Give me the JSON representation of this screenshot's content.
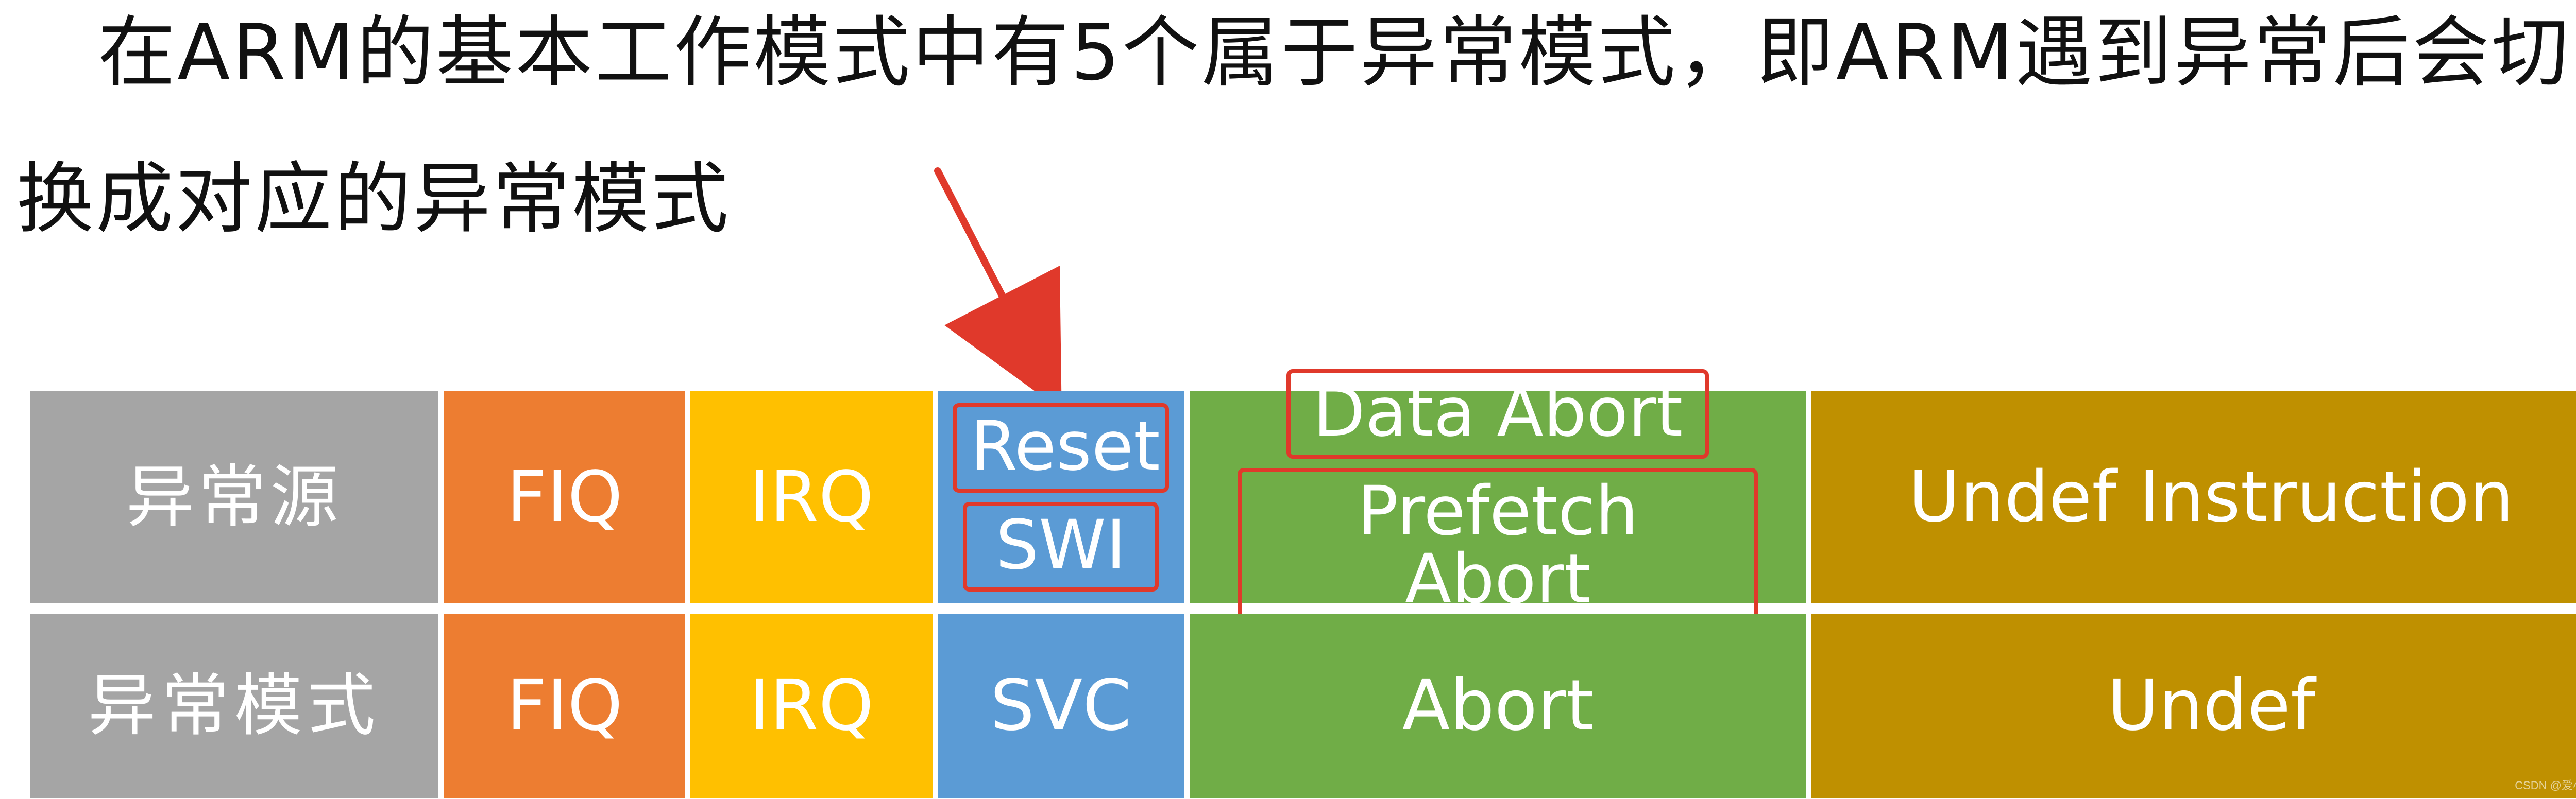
{
  "text": {
    "line1": "在ARM的基本工作模式中有5个属于异常模式，即ARM遇到异常后会切",
    "line2": "换成对应的异常模式"
  },
  "table": {
    "row1": {
      "label": "异常源",
      "fiq": "FIQ",
      "irq": "IRQ",
      "svc_items": [
        "Reset",
        "SWI"
      ],
      "abort_items": [
        "Data Abort",
        "Prefetch Abort"
      ],
      "undef": "Undef Instruction"
    },
    "row2": {
      "label": "异常模式",
      "fiq": "FIQ",
      "irq": "IRQ",
      "svc": "SVC",
      "abort": "Abort",
      "undef": "Undef"
    }
  },
  "watermark": "CSDN @爱小甜甜",
  "colors": {
    "gray": "#a5a5a5",
    "orange": "#ed7d31",
    "yellow": "#ffc000",
    "blue": "#5b9bd5",
    "green": "#70ad47",
    "olive": "#bf9000",
    "red": "#e0392b"
  }
}
